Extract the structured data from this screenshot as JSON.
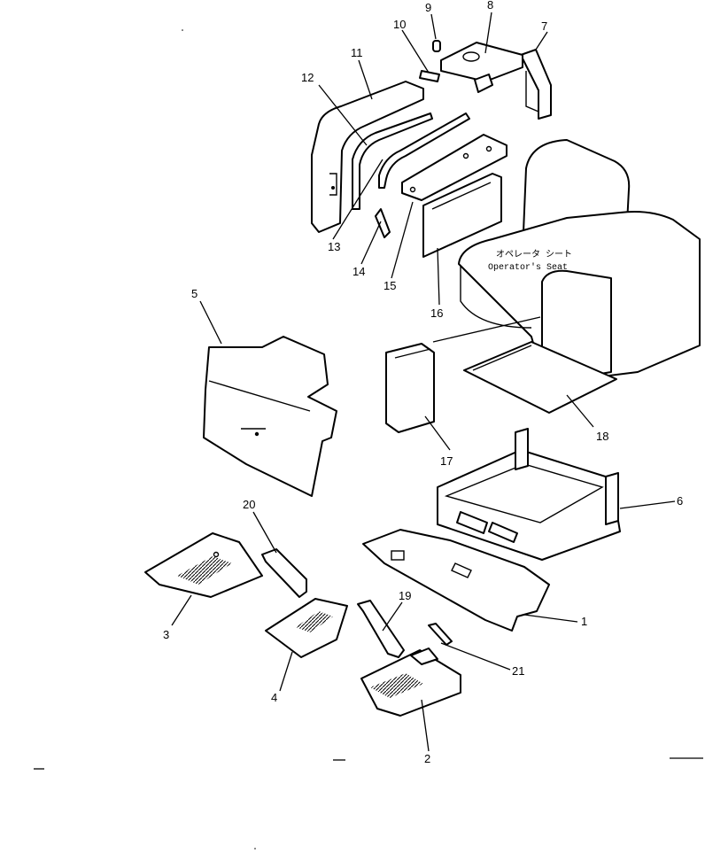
{
  "seat_label": {
    "japanese": "オペレータ シート",
    "english": "Operator's Seat"
  },
  "callouts": {
    "c1": "1",
    "c2": "2",
    "c3": "3",
    "c4": "4",
    "c5": "5",
    "c6": "6",
    "c7": "7",
    "c8": "8",
    "c9": "9",
    "c10": "10",
    "c11": "11",
    "c12": "12",
    "c13": "13",
    "c14": "14",
    "c15": "15",
    "c16": "16",
    "c17": "17",
    "c18": "18",
    "c19": "19",
    "c20": "20",
    "c21": "21"
  }
}
